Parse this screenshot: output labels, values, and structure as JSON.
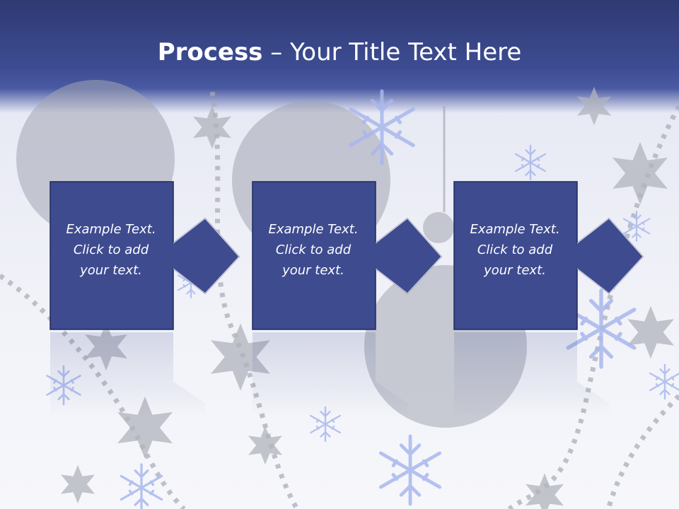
{
  "slide": {
    "title_bold": "Process",
    "title_rest": " – Your Title Text Here"
  },
  "steps": [
    {
      "label": "Example Text.\nClick  to add\nyour text."
    },
    {
      "label": "Example Text.\nClick  to add\nyour text."
    },
    {
      "label": "Example Text.\nClick  to add\nyour text."
    }
  ],
  "colors": {
    "header": "#3d4c92",
    "box": "#3e4b8f",
    "box_border": "#1f2a5c",
    "snowflake_blue": "#9fb2ea",
    "snowflake_gray": "#b9bac2"
  }
}
